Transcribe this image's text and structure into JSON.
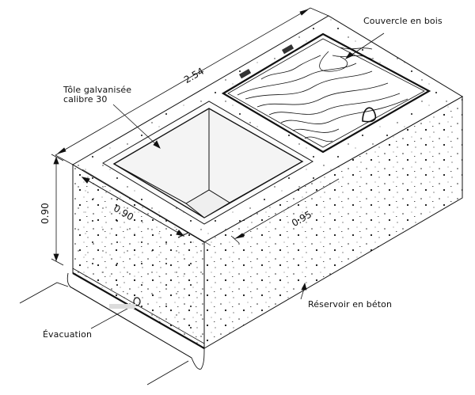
{
  "figure": {
    "type": "isometric technical drawing",
    "subject": "Concrete tank with galvanized sheet-metal basin and wooden lid",
    "colors": {
      "ink": "#111111",
      "background": "#ffffff",
      "concrete_speckle": "#222222",
      "shade": "#d8d8d8"
    }
  },
  "labels": {
    "lid": "Couvercle en bois",
    "basin_line1": "Tôle galvanisée",
    "basin_line2": "calibre 30",
    "tank": "Réservoir en béton",
    "drain": "Évacuation"
  },
  "dimensions": {
    "length": "2.54",
    "height": "0.90",
    "basin_width": "0.90",
    "lid_width": "0.95"
  }
}
